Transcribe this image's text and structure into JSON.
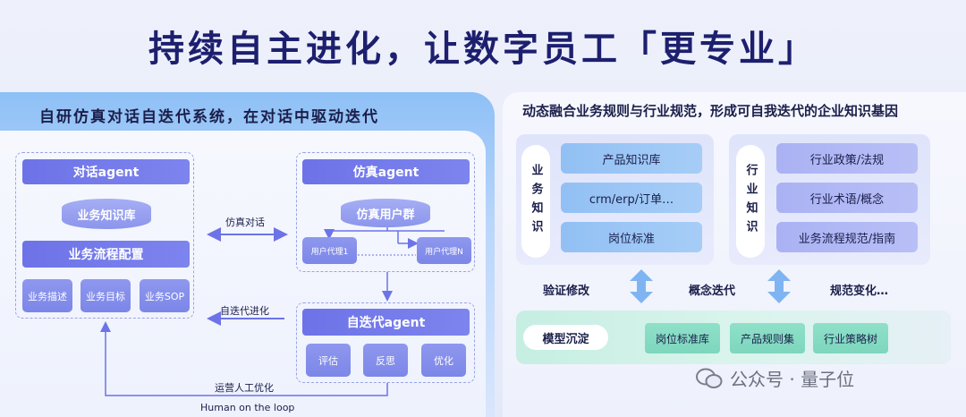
{
  "title": "持续自主进化，让数字员工「更专业」",
  "left": {
    "header": "自研仿真对话自迭代系统，在对话中驱动迭代",
    "dialog_agent": "对话agent",
    "knowledge_db": "业务知识库",
    "flow_config": "业务流程配置",
    "flow_items": [
      "业务描述",
      "业务目标",
      "业务SOP"
    ],
    "sim_agent": "仿真agent",
    "sim_users": "仿真用户群",
    "user_proxy_1": "用户代理1",
    "user_proxy_n": "用户代理N",
    "self_iter_agent": "自迭代agent",
    "iter_items": [
      "评估",
      "反思",
      "优化"
    ],
    "label_sim_dialog": "仿真对话",
    "label_self_evolve": "自迭代进化",
    "label_ops": "运营人工优化",
    "label_hotl": "Human on the  loop"
  },
  "right": {
    "header": "动态融合业务规则与行业规范，形成可自我迭代的企业知识基因",
    "biz_knowledge": "业务知识",
    "biz_items": [
      "产品知识库",
      "crm/erp/订单…",
      "岗位标准"
    ],
    "industry_knowledge": "行业知识",
    "industry_items": [
      "行业政策/法规",
      "行业术语/概念",
      "业务流程规范/指南"
    ],
    "mid_labels": [
      "验证修改",
      "概念迭代",
      "规范变化…"
    ],
    "model_label": "模型沉淀",
    "model_items": [
      "岗位标准库",
      "产品规则集",
      "行业策略树"
    ]
  },
  "watermark": "公众号 · 量子位",
  "colors": {
    "title": "#1d1f6e",
    "agent_bar": "#6d73e7",
    "biz_item": "#92c0f4",
    "industry_item": "#aab2f4",
    "model_item": "#8fe0c9"
  }
}
